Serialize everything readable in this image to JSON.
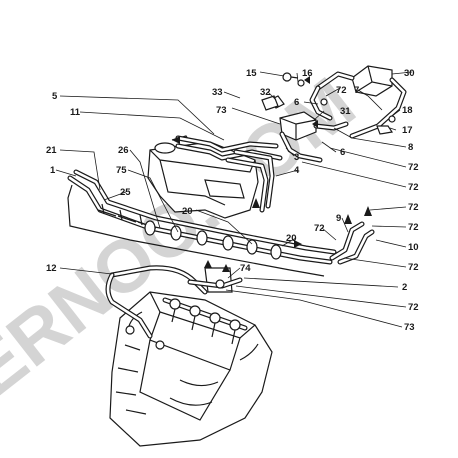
{
  "watermark": "ERNOO.COM",
  "callouts": [
    {
      "id": "c15",
      "text": "15"
    },
    {
      "id": "c16",
      "text": "16"
    },
    {
      "id": "c30",
      "text": "30"
    },
    {
      "id": "c5",
      "text": "5"
    },
    {
      "id": "c33",
      "text": "33"
    },
    {
      "id": "c32",
      "text": "32"
    },
    {
      "id": "c72a",
      "text": "72"
    },
    {
      "id": "c7",
      "text": "7"
    },
    {
      "id": "c6a",
      "text": "6"
    },
    {
      "id": "c18",
      "text": "18"
    },
    {
      "id": "c17",
      "text": "17"
    },
    {
      "id": "c11",
      "text": "11"
    },
    {
      "id": "c73a",
      "text": "73"
    },
    {
      "id": "c31",
      "text": "31"
    },
    {
      "id": "c6b",
      "text": "6"
    },
    {
      "id": "c8",
      "text": "8"
    },
    {
      "id": "c3",
      "text": "3"
    },
    {
      "id": "c72b",
      "text": "72"
    },
    {
      "id": "c21",
      "text": "21"
    },
    {
      "id": "c26",
      "text": "26"
    },
    {
      "id": "c4",
      "text": "4"
    },
    {
      "id": "c72c",
      "text": "72"
    },
    {
      "id": "c1",
      "text": "1"
    },
    {
      "id": "c75",
      "text": "75"
    },
    {
      "id": "c25",
      "text": "25"
    },
    {
      "id": "c72d",
      "text": "72"
    },
    {
      "id": "c20a",
      "text": "20"
    },
    {
      "id": "c9",
      "text": "9"
    },
    {
      "id": "c72e",
      "text": "72"
    },
    {
      "id": "c72f",
      "text": "72"
    },
    {
      "id": "c20b",
      "text": "20"
    },
    {
      "id": "c10",
      "text": "10"
    },
    {
      "id": "c72g",
      "text": "72"
    },
    {
      "id": "c12",
      "text": "12"
    },
    {
      "id": "c74",
      "text": "74"
    },
    {
      "id": "c2",
      "text": "2"
    },
    {
      "id": "c72h",
      "text": "72"
    },
    {
      "id": "c73b",
      "text": "73"
    }
  ]
}
